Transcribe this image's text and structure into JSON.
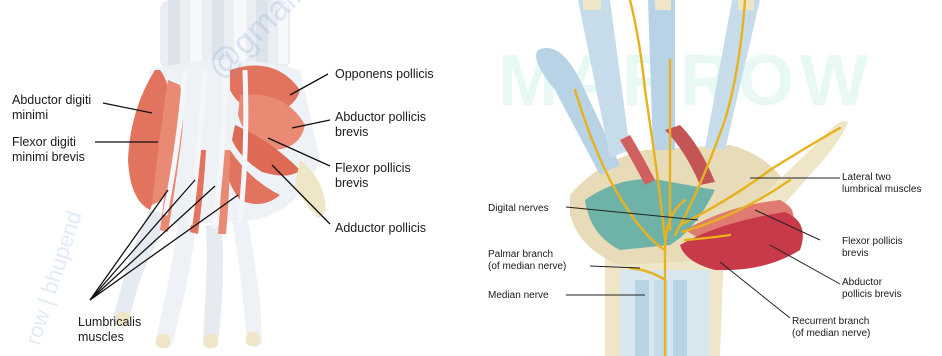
{
  "left_labels": {
    "abductor_digiti_minimi": "Abductor digiti\nminimi",
    "flexor_digiti_minimi_brevis": "Flexor digiti\nminimi brevis",
    "lumbricalis_muscles": "Lumbricalis\nmuscles",
    "opponens_pollicis": "Opponens pollicis",
    "abductor_pollicis_brevis": "Abductor pollicis\nbrevis",
    "flexor_pollicis_brevis": "Flexor pollicis\nbrevis",
    "adductor_pollicis": "Adductor pollicis"
  },
  "right_labels": {
    "lateral_two_lumbrical": "Lateral two\nlumbrical muscles",
    "digital_nerves": "Digital nerves",
    "palmar_branch": "Palmar branch\n(of median nerve)",
    "median_nerve": "Median nerve",
    "flexor_pollicis_brevis": "Flexor pollicis\nbrevis",
    "abductor_pollicis_brevis": "Abductor\npollicis brevis",
    "recurrent_branch": "Recurrent branch\n(of median nerve)"
  },
  "watermarks": {
    "left": "@gmail.com",
    "left_vertical": "row | bhupend",
    "right": "MARROW"
  },
  "colors": {
    "muscle": "#e2735e",
    "tendon": "#e9eef4",
    "bone": "#efe6c8",
    "nerve": "#e7b21e",
    "teal": "#6fb3a8",
    "sheath": "#b9d3e6"
  }
}
